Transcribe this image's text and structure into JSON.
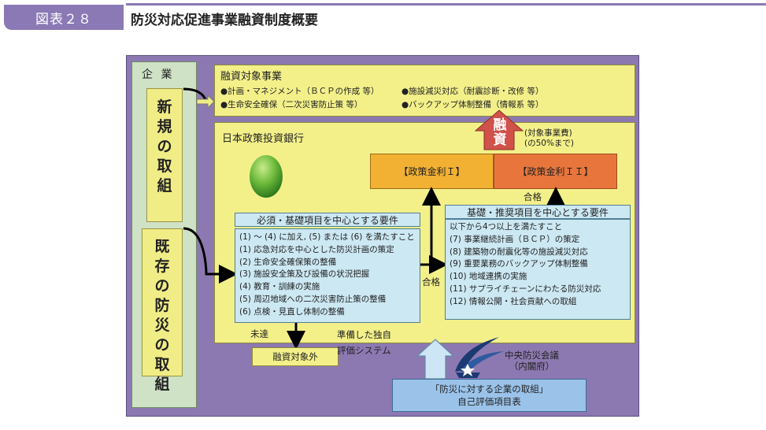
{
  "header": {
    "figure_number": "図表２８",
    "title": "防災対応促進事業融資制度概要"
  },
  "company": {
    "label": "企 業",
    "new_efforts": [
      "新",
      "規",
      "の",
      "取",
      "組"
    ],
    "existing_efforts": [
      "既",
      "存",
      "の",
      "防",
      "災",
      "の",
      "取",
      "組"
    ]
  },
  "target_projects": {
    "title": "融資対象事業",
    "items": [
      "●計画・マネジメント（ＢＣＰの作成 等）",
      "●施設減災対応（耐震診断・改修 等）",
      "●生命安全確保（二次災害防止策 等）",
      "●バックアップ体制整備（情報系 等）"
    ]
  },
  "dbj": {
    "label": "日本政策投資銀行",
    "rate_1": "【政策金利Ｉ】",
    "rate_2": "【政策金利ＩＩ】",
    "loan_label": [
      "融",
      "資"
    ],
    "subsidy_note": [
      "(対象事業費)",
      "(の50%まで)"
    ],
    "pass_label": "合格"
  },
  "required": {
    "title": "必須・基礎項目を中心とする要件",
    "lines": [
      "(1) ～ (4) に加え, (5) または (6) を満たすこと",
      "(1)  応急対応を中心とした防災計画の策定",
      "(2)  生命安全確保策の整備",
      "(3)  施設安全策及び設備の状況把握",
      "(4)  教育・訓練の実施",
      "(5)  周辺地域への二次災害防止策の整備",
      "(6)  点検・見直し体制の整備"
    ]
  },
  "recommended": {
    "title": "基礎・推奨項目を中心とする要件",
    "lines": [
      "以下から4つ以上を満たすこと",
      "(7)  事業継続計画（ＢＣＰ）の策定",
      "(8)  建築物の耐震化等の施設減災対応",
      "(9)  重要業務のバックアップ体制整備",
      "(10)  地域連携の実施",
      "(11)  サプライチェーンにわたる防災対応",
      "(12)  情報公開・社会貢献への取組"
    ]
  },
  "flow": {
    "pass_label": "合格",
    "fail_label": "未達",
    "not_target": "融資対象外",
    "evaluation_system": [
      "準備した独自",
      "評価システム"
    ]
  },
  "council": {
    "lines": [
      "中央防災会議",
      "（内閣府）"
    ]
  },
  "self_eval": {
    "lines": [
      "「防災に対する企業の取組」",
      "自己評価項目表"
    ]
  },
  "colors": {
    "frame_purple": "#8d79b1",
    "company_green": "#cfe2c6",
    "yellow": "#f3f08a",
    "rate_orange": "#f2b132",
    "rate_red_orange": "#e8763c",
    "requirement_blue": "#cce8f3",
    "self_eval_blue": "#9bc3ea",
    "loan_arrow_red": "#d0524a",
    "logo_green": "#6ab83a",
    "council_navy": "#1c3a72"
  }
}
